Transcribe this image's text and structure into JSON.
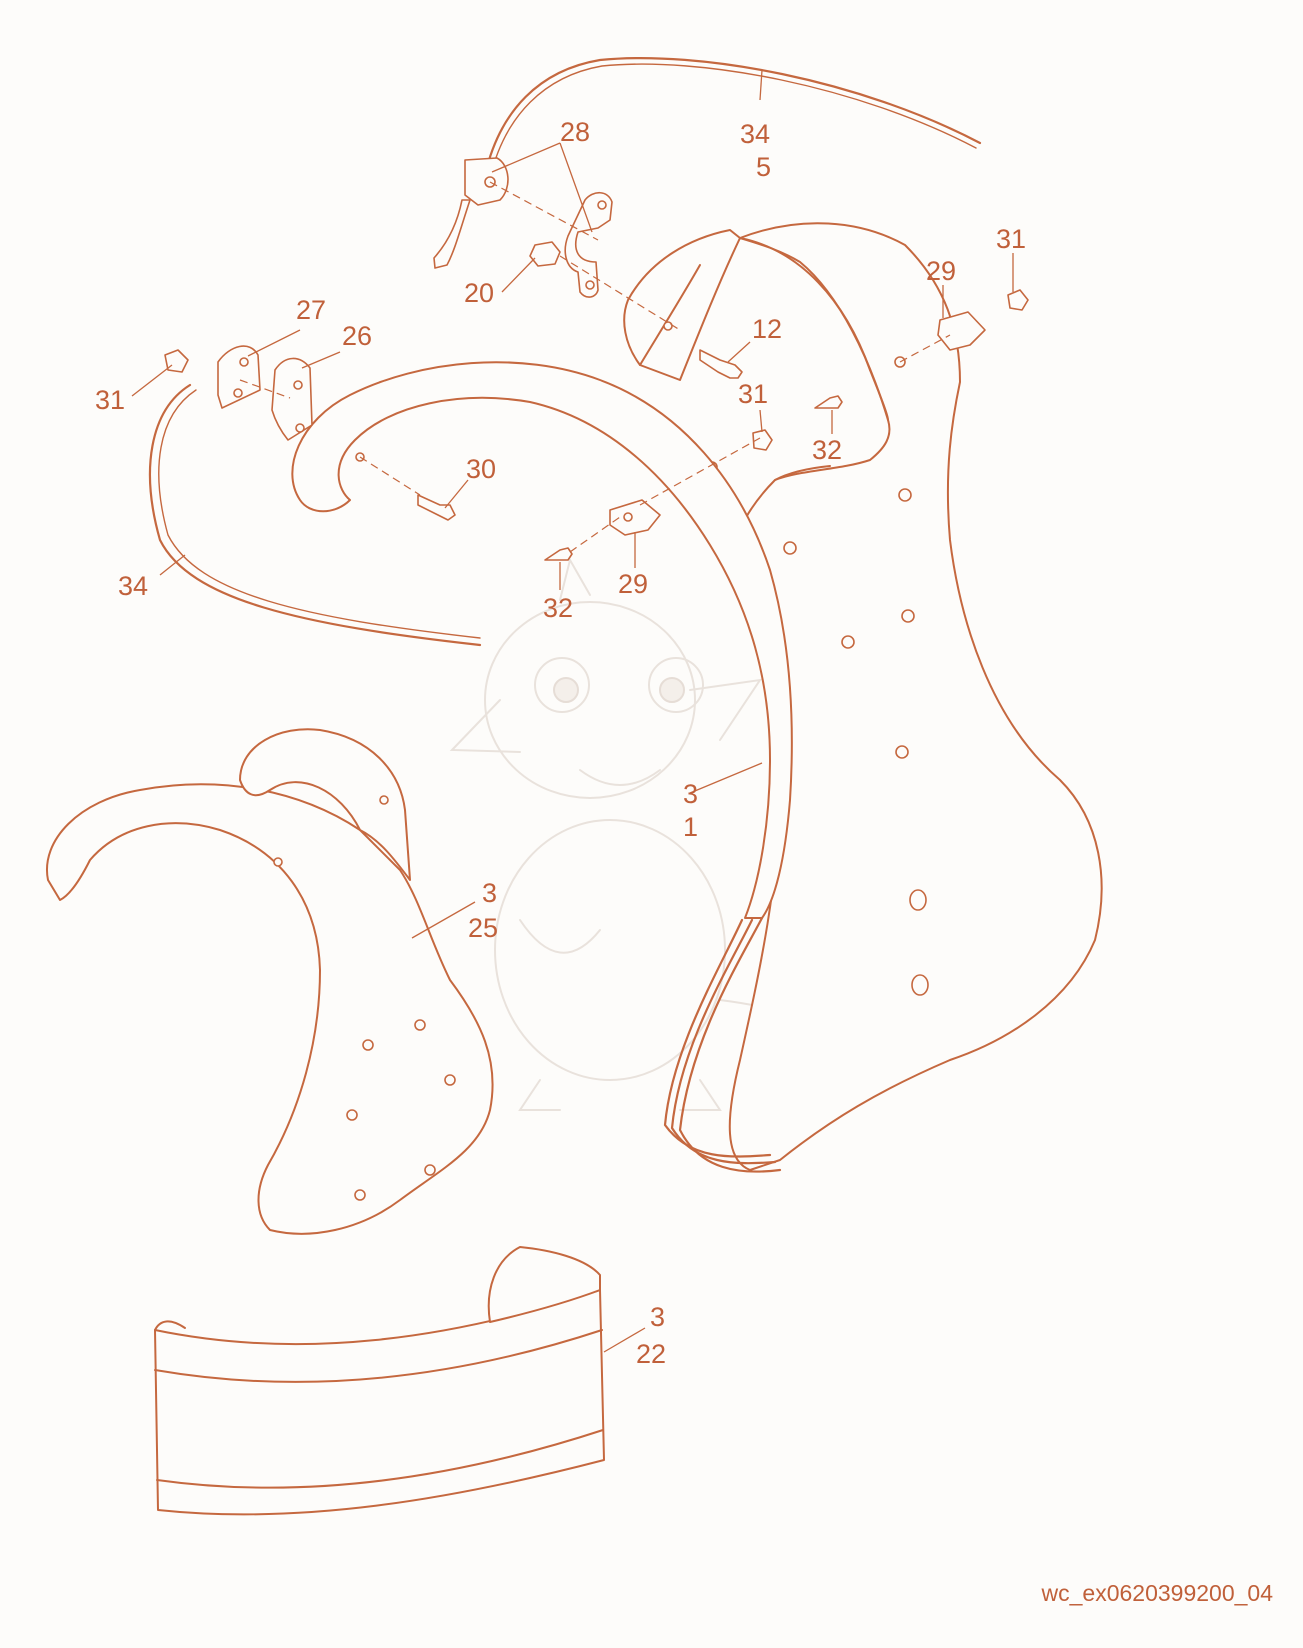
{
  "diagram": {
    "callouts": [
      {
        "id": "c-34-5",
        "lines": [
          "34",
          "5"
        ]
      },
      {
        "id": "c-28",
        "lines": [
          "28"
        ]
      },
      {
        "id": "c-31-top",
        "lines": [
          "31"
        ]
      },
      {
        "id": "c-29-top",
        "lines": [
          "29"
        ]
      },
      {
        "id": "c-20",
        "lines": [
          "20"
        ]
      },
      {
        "id": "c-27",
        "lines": [
          "27"
        ]
      },
      {
        "id": "c-26",
        "lines": [
          "26"
        ]
      },
      {
        "id": "c-12",
        "lines": [
          "12"
        ]
      },
      {
        "id": "c-31-left",
        "lines": [
          "31"
        ]
      },
      {
        "id": "c-31-mid",
        "lines": [
          "31"
        ]
      },
      {
        "id": "c-32-right",
        "lines": [
          "32"
        ]
      },
      {
        "id": "c-30",
        "lines": [
          "30"
        ]
      },
      {
        "id": "c-29-mid",
        "lines": [
          "29"
        ]
      },
      {
        "id": "c-32-mid",
        "lines": [
          "32"
        ]
      },
      {
        "id": "c-34-left",
        "lines": [
          "34"
        ]
      },
      {
        "id": "c-3-1",
        "lines": [
          "3",
          "1"
        ]
      },
      {
        "id": "c-3-25",
        "lines": [
          "3",
          "25"
        ]
      },
      {
        "id": "c-3-22",
        "lines": [
          "3",
          "22"
        ]
      }
    ],
    "reference_code": "wc_ex0620399200_04"
  }
}
